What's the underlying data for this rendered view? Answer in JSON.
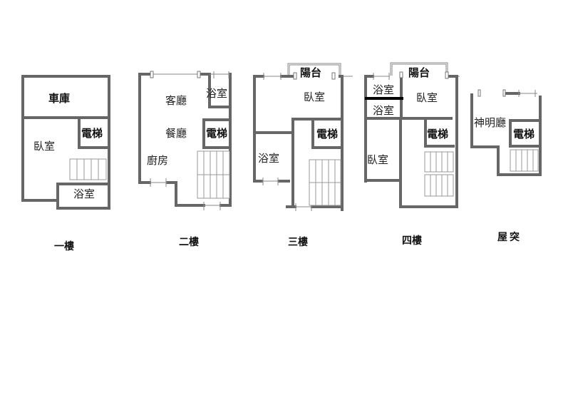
{
  "floors": [
    {
      "label": "一樓",
      "rooms": [
        "車庫",
        "電梯",
        "臥室",
        "浴室"
      ]
    },
    {
      "label": "二樓",
      "rooms": [
        "客廳",
        "浴室",
        "餐廳",
        "電梯",
        "廚房"
      ]
    },
    {
      "label": "三樓",
      "rooms": [
        "陽台",
        "臥室",
        "電梯",
        "浴室"
      ]
    },
    {
      "label": "四樓",
      "rooms": [
        "陽台",
        "浴室",
        "臥室",
        "浴室",
        "電梯",
        "臥室"
      ]
    },
    {
      "label": "屋突",
      "rooms": [
        "神明廳",
        "電梯"
      ]
    }
  ]
}
